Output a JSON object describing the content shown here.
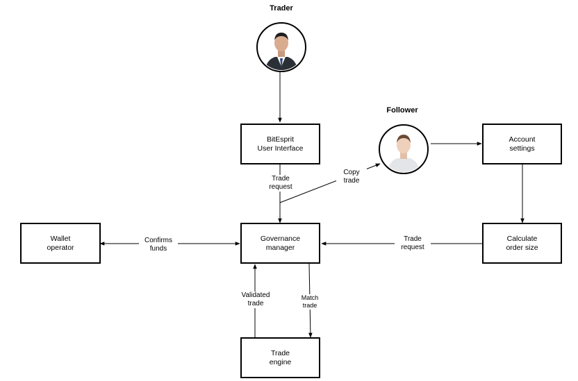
{
  "actors": {
    "trader": {
      "label": "Trader",
      "icon": "businessman-avatar-icon"
    },
    "follower": {
      "label": "Follower",
      "icon": "person-avatar-icon"
    }
  },
  "boxes": {
    "ui": {
      "line1": "BitEsprit",
      "line2": "User Interface"
    },
    "governance": {
      "line1": "Governance",
      "line2": "manager"
    },
    "wallet": {
      "line1": "Wallet",
      "line2": "operator"
    },
    "account": {
      "line1": "Account",
      "line2": "settings"
    },
    "calculate": {
      "line1": "Calculate",
      "line2": "order size"
    },
    "engine": {
      "line1": "Trade",
      "line2": "engine"
    }
  },
  "edges": {
    "trade_request_ui": {
      "line1": "Trade",
      "line2": "request"
    },
    "copy_trade": {
      "line1": "Copy",
      "line2": "trade"
    },
    "confirms_funds": {
      "line1": "Confirms",
      "line2": "funds"
    },
    "trade_request_calc": {
      "line1": "Trade",
      "line2": "request"
    },
    "validated_trade": {
      "line1": "Validated",
      "line2": "trade"
    },
    "match_trade": {
      "line1": "Match",
      "line2": "trade"
    }
  }
}
